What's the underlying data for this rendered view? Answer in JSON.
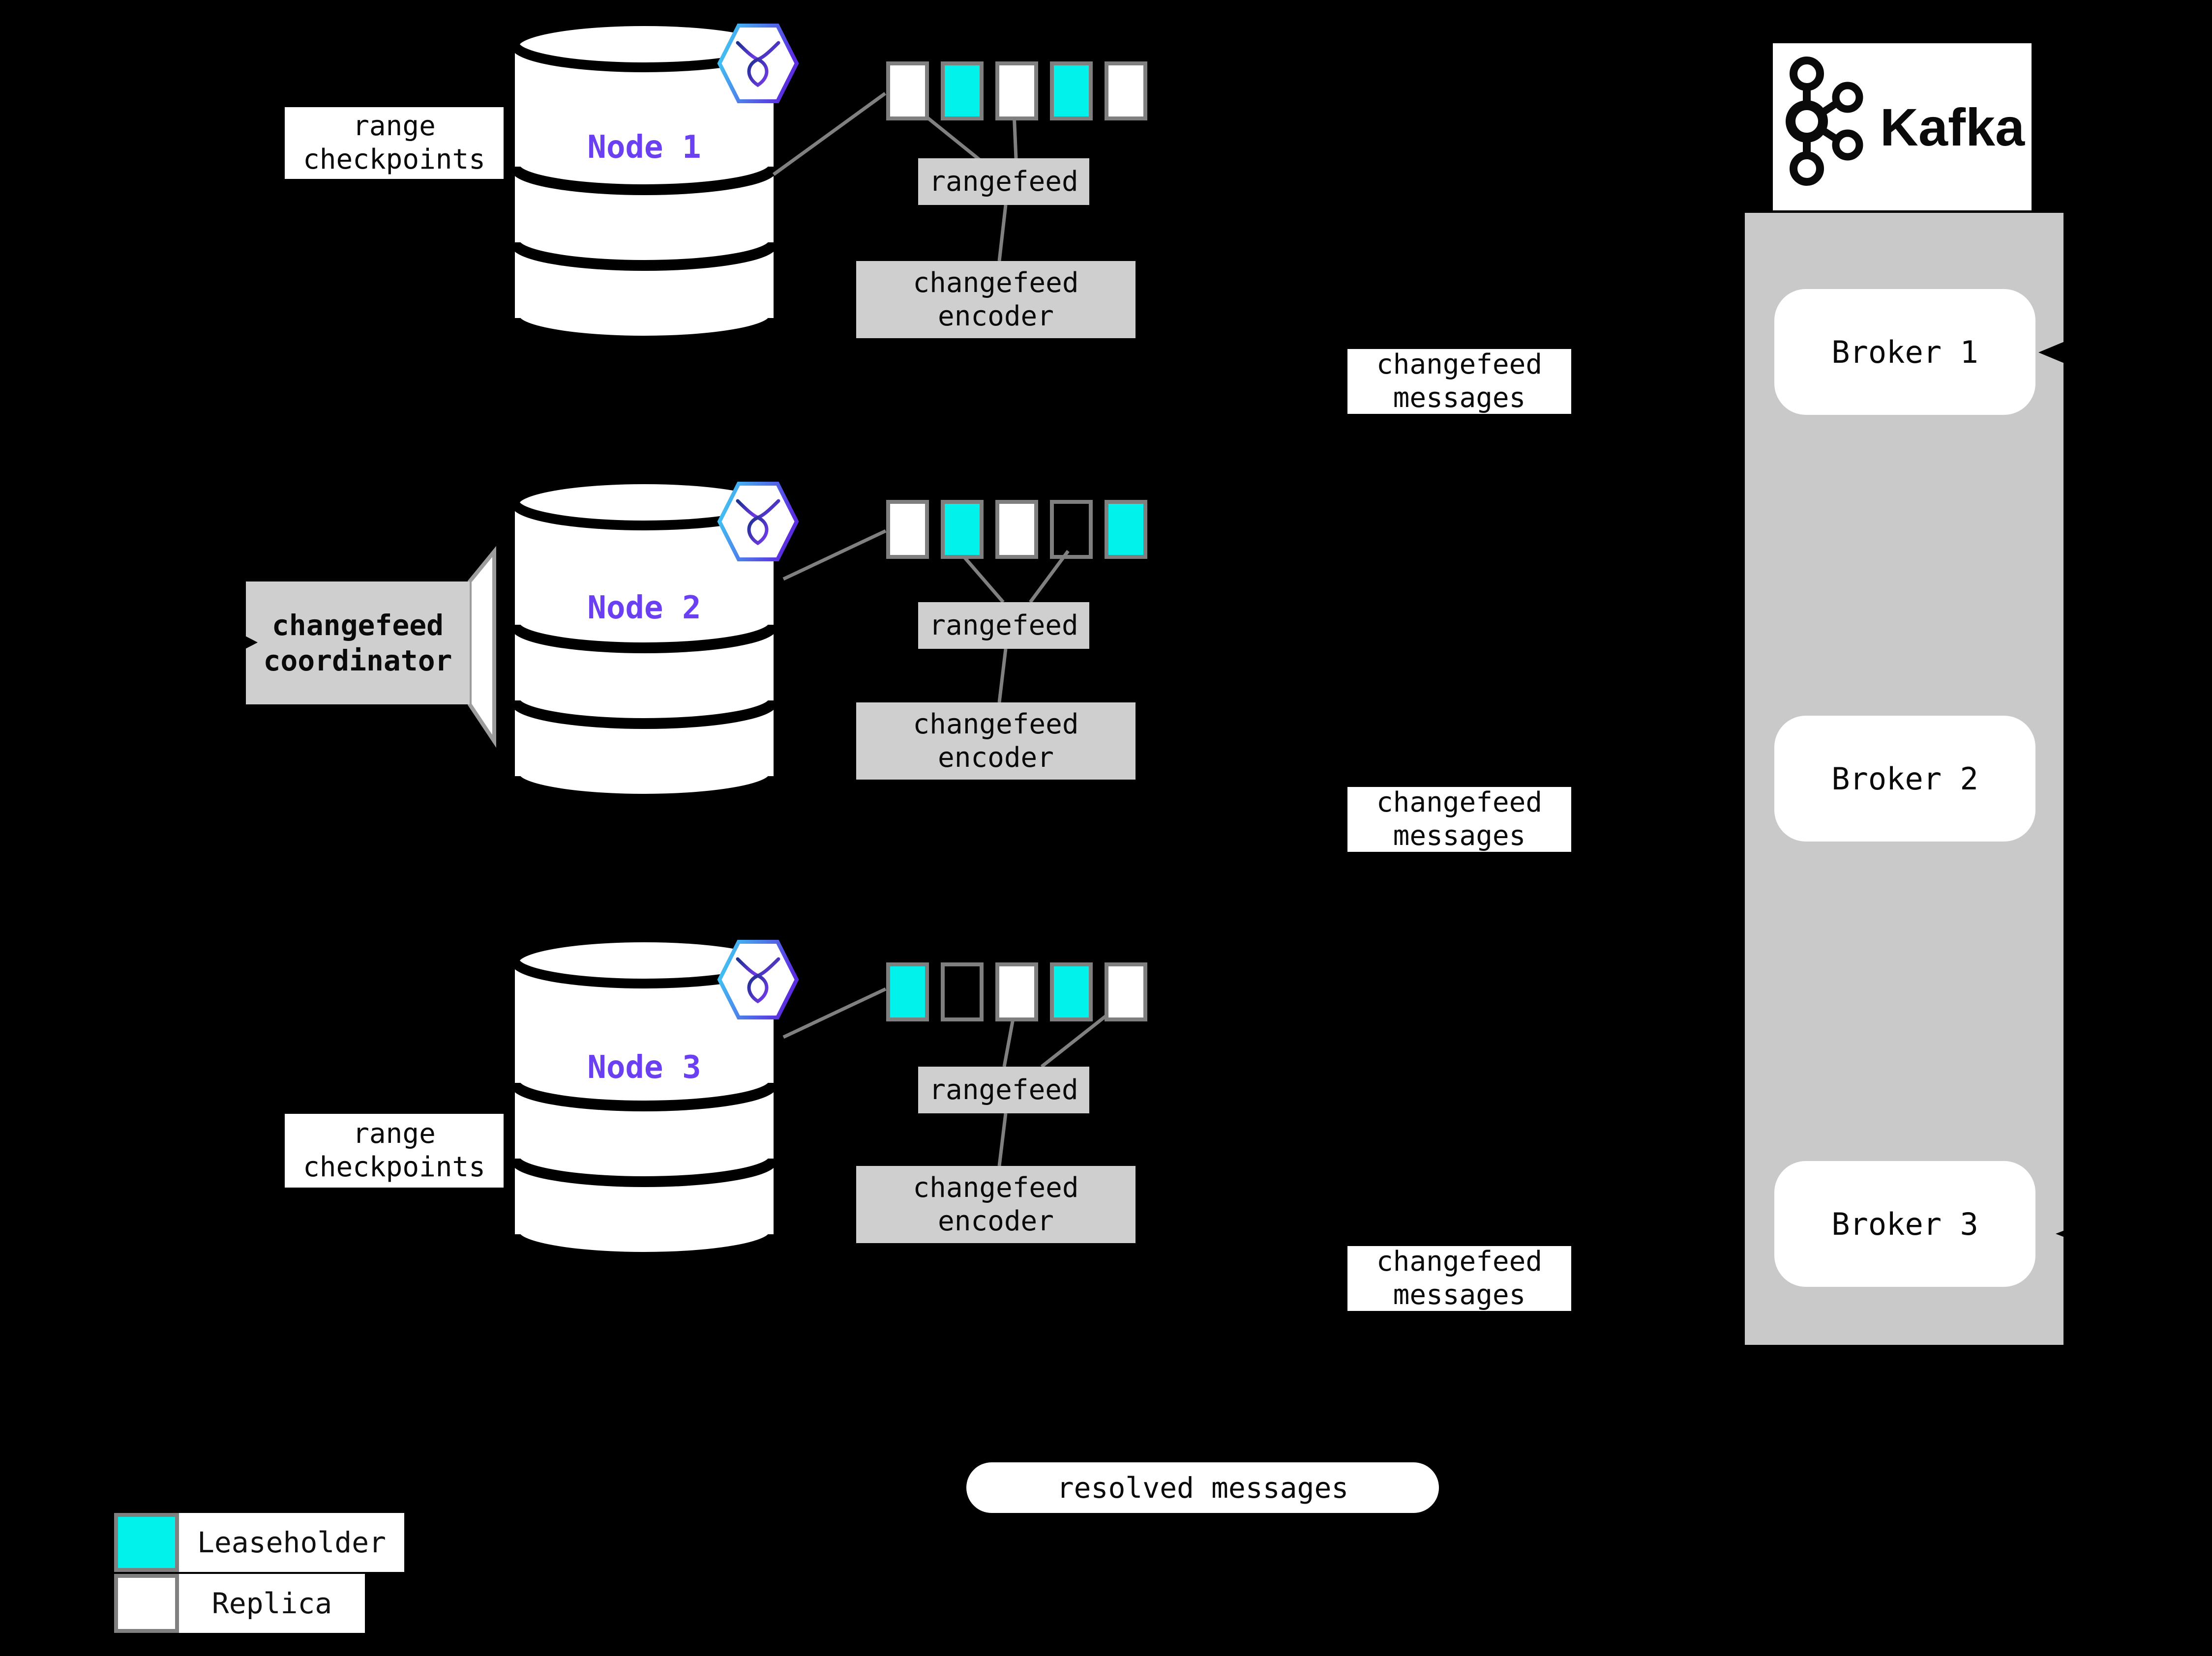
{
  "nodes": [
    {
      "name": "Node 1",
      "range_checkpoints_label": "range checkpoints",
      "rangefeed_label": "rangefeed",
      "encoder_label": "changefeed encoder",
      "messages_label": "changefeed messages",
      "ranges": [
        "replica",
        "leaseholder",
        "replica",
        "leaseholder",
        "replica"
      ]
    },
    {
      "name": "Node 2",
      "coordinator_label": "changefeed coordinator",
      "rangefeed_label": "rangefeed",
      "encoder_label": "changefeed encoder",
      "messages_label": "changefeed messages",
      "ranges": [
        "replica",
        "leaseholder",
        "replica",
        "empty",
        "leaseholder"
      ]
    },
    {
      "name": "Node 3",
      "range_checkpoints_label": "range checkpoints",
      "rangefeed_label": "rangefeed",
      "encoder_label": "changefeed encoder",
      "messages_label": "changefeed messages",
      "ranges": [
        "leaseholder",
        "empty",
        "replica",
        "leaseholder",
        "replica"
      ]
    }
  ],
  "kafka": {
    "wordmark": "Kafka",
    "brokers": [
      "Broker 1",
      "Broker 2",
      "Broker 3"
    ]
  },
  "resolved_messages_label": "resolved messages",
  "legend": {
    "leaseholder_label": "Leaseholder",
    "replica_label": "Replica"
  },
  "colors": {
    "background": "#000000",
    "leaseholder": "#00f2ea",
    "replica": "#ffffff",
    "panel_gray": "#c9c9c9",
    "box_gray": "#cfcfcf",
    "line_gray": "#808080",
    "node_label_purple": "#6b3ff2"
  }
}
